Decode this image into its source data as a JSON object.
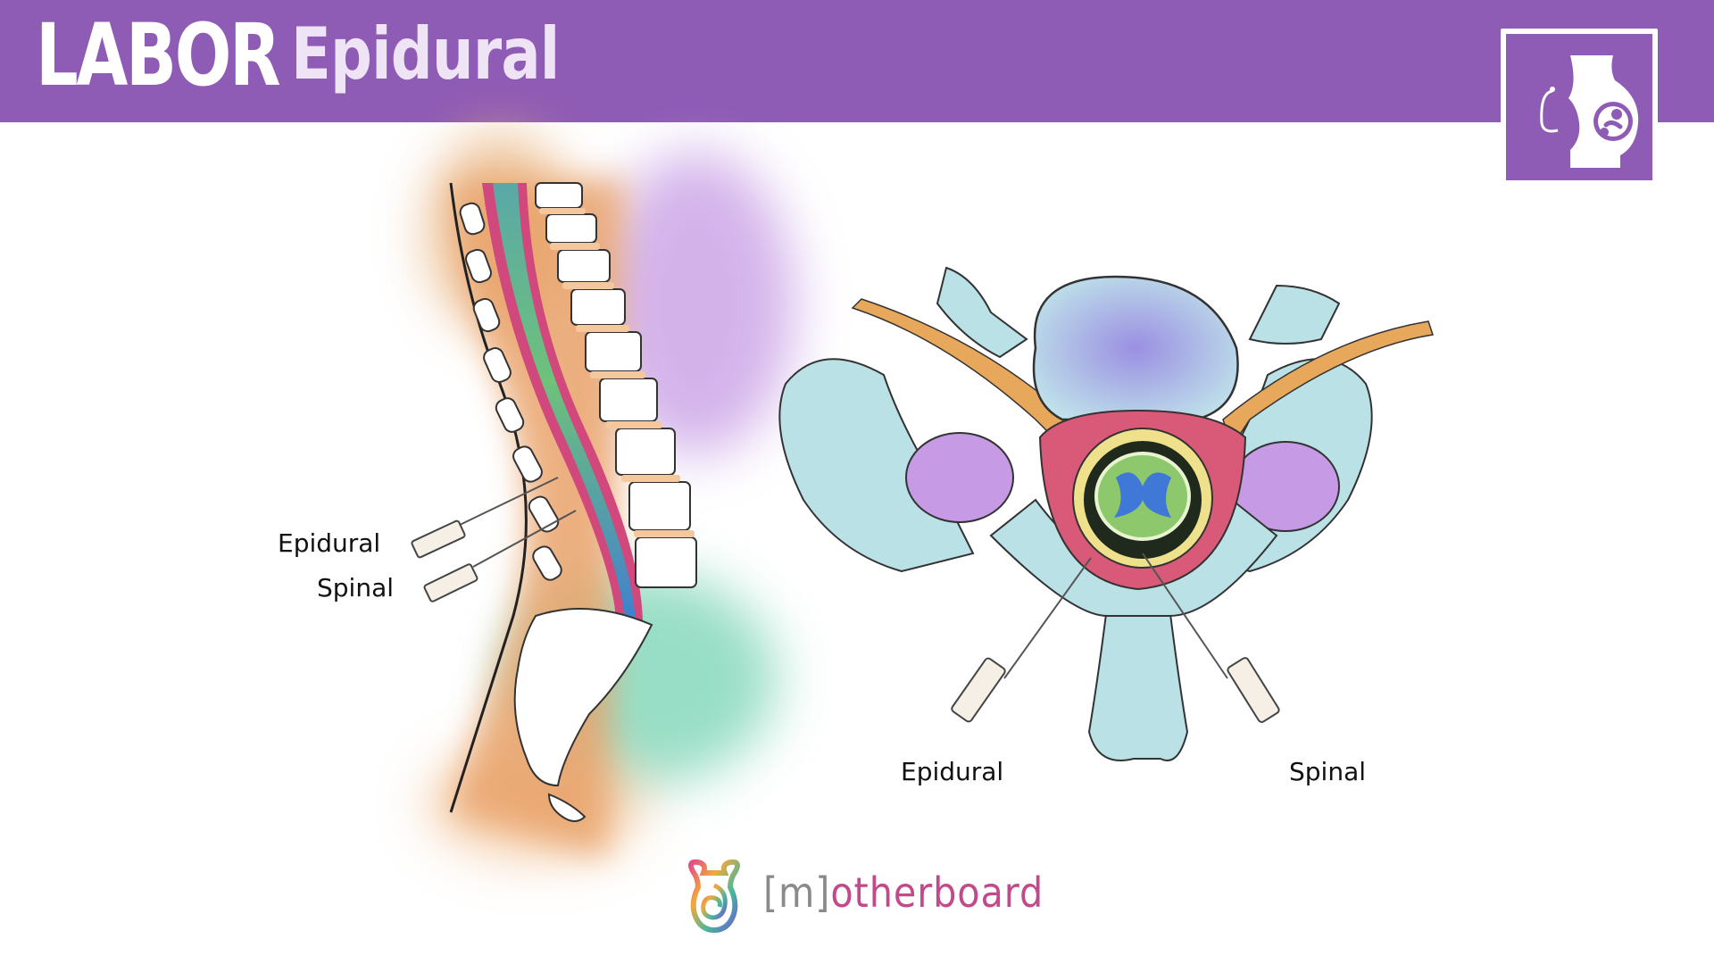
{
  "header": {
    "title": "LABOR",
    "subtitle": "Epidural",
    "color": "#8e5bb5",
    "badge_icon": "pregnant-belly-icon"
  },
  "sagittal_view": {
    "labels": {
      "epidural": "Epidural",
      "spinal": "Spinal"
    }
  },
  "axial_view": {
    "labels": {
      "epidural": "Epidural",
      "spinal": "Spinal"
    }
  },
  "brand": {
    "bracket_text": "[m]",
    "rest_text": "otherboard",
    "bracket_color": "#8a8a8a",
    "text_color": "#c24a8a",
    "icon": "uterus-swirl-logo-icon"
  }
}
